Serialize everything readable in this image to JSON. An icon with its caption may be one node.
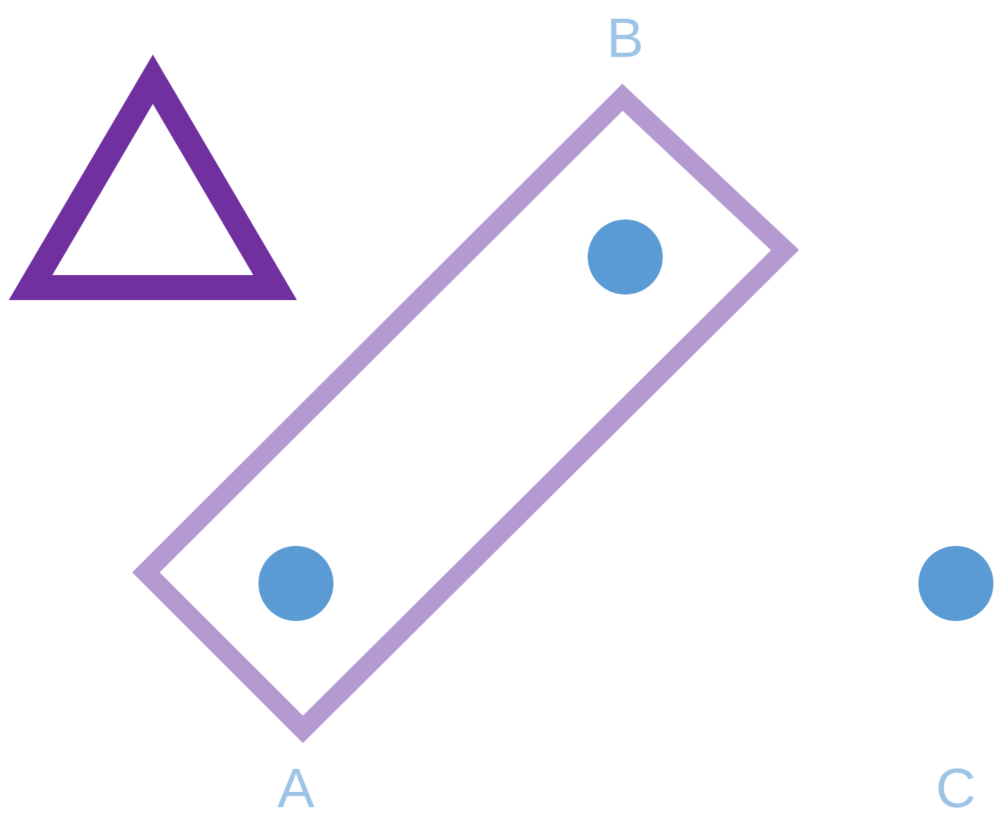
{
  "diagram": {
    "nodes": [
      {
        "text": [],
        "shape": "triangle"
      },
      {
        "text": [],
        "shape": "box"
      },
      {
        "text": [],
        "shape": "circle",
        "in": 1,
        "beside": [
          "B"
        ]
      },
      {
        "text": [],
        "shape": "circle",
        "in": 1,
        "beside": [
          "A"
        ]
      },
      {
        "text": [],
        "shape": "circle",
        "beside": [
          "C"
        ]
      }
    ]
  }
}
